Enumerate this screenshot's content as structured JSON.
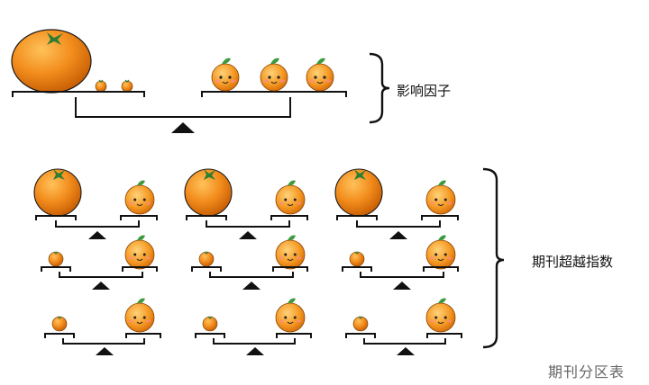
{
  "labels": {
    "impact_factor": "影响因子",
    "journal_index": "期刊超越指数"
  },
  "watermark": "期刊分区表",
  "colors": {
    "orange": "#f28c1c",
    "orange_dark": "#c85f05",
    "leaf": "#2f7d32",
    "line": "#111111",
    "cheek": "#ff8a8a"
  }
}
